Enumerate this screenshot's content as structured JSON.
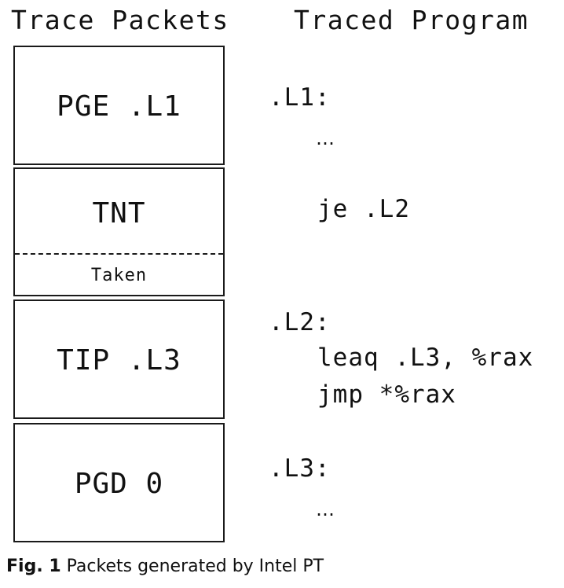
{
  "headers": {
    "left": "Trace Packets",
    "right": "Traced Program"
  },
  "packets": [
    {
      "label": "PGE .L1"
    },
    {
      "label": "TNT",
      "sublabel": "Taken"
    },
    {
      "label": "TIP .L3"
    },
    {
      "label": "PGD 0"
    }
  ],
  "program": {
    "l1_label": ".L1:",
    "l1_body": "…",
    "je_line": "je .L2",
    "l2_label": ".L2:",
    "leaq_line": "leaq .L3, %rax",
    "jmp_line": "jmp *%rax",
    "l3_label": ".L3:",
    "l3_body": "…"
  },
  "caption": {
    "figure": "Fig. 1",
    "text": "Packets generated by Intel PT"
  }
}
